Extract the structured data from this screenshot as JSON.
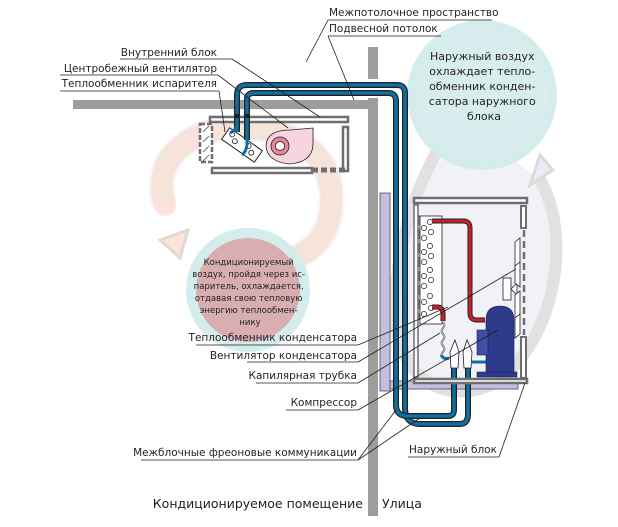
{
  "title": "Схема кондиционера сплит-системы",
  "labels": {
    "inter_ceiling_space": "Межпотолочное пространство",
    "suspended_ceiling": "Подвесной потолок",
    "indoor_unit": "Внутренний блок",
    "centrifugal_fan": "Центробежный вентилятор",
    "evaporator_heat_exchanger": "Теплообменник испарителя",
    "condenser_heat_exchanger": "Теплообменник конденсатора",
    "condenser_fan": "Вентилятор конденсатора",
    "capillary_tube": "Капилярная трубка",
    "compressor": "Компрессор",
    "freon_lines": "Межблочные фреоновые коммуникации",
    "outdoor_unit": "Наружный блок",
    "conditioned_room": "Кондиционируемое помещение",
    "street": "Улица"
  },
  "bubbles": {
    "outdoor_air": [
      "Наружный воздух",
      "охлаждает тепло-",
      "обменник конден-",
      "сатора наружного",
      "блока"
    ],
    "indoor_air": [
      "Кондиционируемый",
      "воздух, пройдя через ис-",
      "паритель, охлаждается,",
      "отдавая свою тепловую",
      "энергию теплообмен-",
      "нику"
    ]
  },
  "colors": {
    "wall": "#9d9d9d",
    "pipe_blue": "#0e6fa0",
    "pipe_red": "#c8202e",
    "compressor": "#2e3a8c",
    "unit_frame": "#6d6e70",
    "bubble_teal": "#d4ecec",
    "bubble_pink": "#d9aeb1",
    "airflow_warm": "#fde4d8",
    "airflow_cool": "#e8e8f4",
    "fan_pink": "#f6d5e0"
  }
}
